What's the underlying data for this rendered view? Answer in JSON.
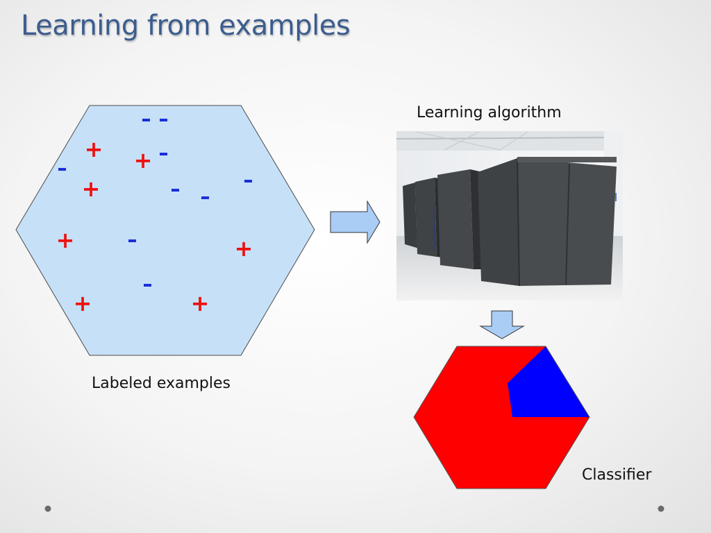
{
  "title": "Learning from examples",
  "captions": {
    "labeled_examples": "Labeled examples",
    "learning_algorithm": "Learning algorithm",
    "classifier": "Classifier"
  },
  "symbols": {
    "positive": "+",
    "negative": "-"
  },
  "colors": {
    "title": "#3b5c8e",
    "hexagon_fill": "#c6e0f8",
    "positive": "#ee1111",
    "negative": "#1a2fd8",
    "arrow_fill": "#a9cdf5",
    "classifier_red": "#ff0000",
    "classifier_blue": "#0000ff"
  },
  "icons": {
    "arrow_right": "arrow-right-icon",
    "arrow_down": "arrow-down-icon",
    "algorithm_image": "supercomputer-image"
  }
}
